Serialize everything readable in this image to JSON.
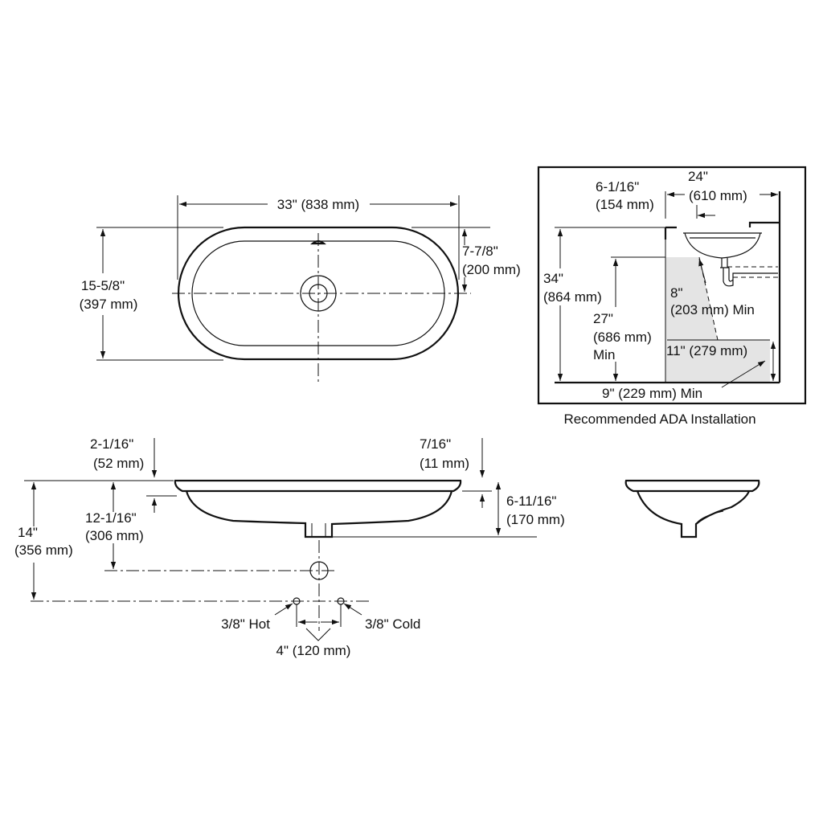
{
  "top_view": {
    "length": "33\" (838 mm)",
    "width_in": "15-5/8\"",
    "width_mm": "(397 mm)",
    "half_width_in": "7-7/8\"",
    "half_width_mm": "(200 mm)"
  },
  "front_view": {
    "rim_top_in": "2-1/16\"",
    "rim_top_mm": "(52 mm)",
    "rim_thick_in": "7/16\"",
    "rim_thick_mm": "(11 mm)",
    "depth_in": "6-11/16\"",
    "depth_mm": "(170 mm)",
    "drain_in": "12-1/16\"",
    "drain_mm": "(306 mm)",
    "supply_in": "14\"",
    "supply_mm": "(356 mm)",
    "hot_label": "3/8\" Hot",
    "cold_label": "3/8\" Cold",
    "supply_spacing": "4\" (120 mm)"
  },
  "ada": {
    "caption": "Recommended ADA Installation",
    "wall_in": "6-1/16\"",
    "wall_mm": "(154 mm)",
    "depth_in": "24\"",
    "depth_mm": "(610 mm)",
    "counter_in": "34\"",
    "counter_mm": "(864 mm)",
    "knee_in": "27\"",
    "knee_mm": "(686 mm)",
    "knee_min": "Min",
    "knee_depth_in": "8\"",
    "knee_depth_mm": "(203 mm) Min",
    "toe_height": "11\" (279 mm)",
    "toe_depth": "9\" (229 mm) Min"
  }
}
